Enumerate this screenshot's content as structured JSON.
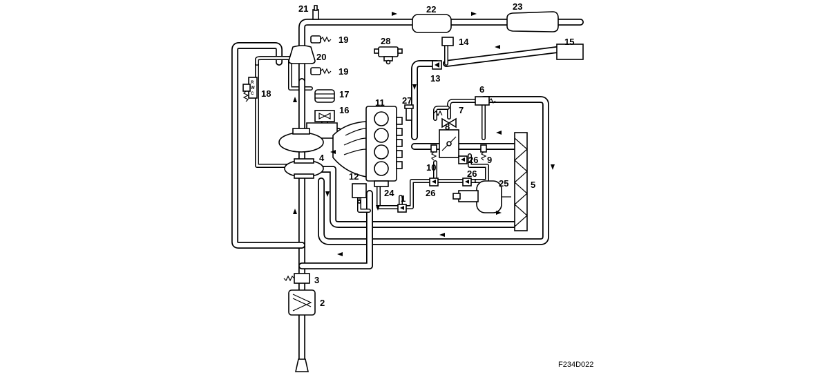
{
  "figure_code": "F234D022",
  "labels": {
    "l1": "1",
    "l2": "2",
    "l3": "3",
    "l4": "4",
    "l5": "5",
    "l6": "6",
    "l7": "7",
    "l8": "8",
    "l9": "9",
    "l10": "10",
    "l11": "11",
    "l12": "12",
    "l13": "13",
    "l14": "14",
    "l15": "15",
    "l16": "16",
    "l17": "17",
    "l18": "18",
    "l19a": "19",
    "l19b": "19",
    "l20": "20",
    "l21": "21",
    "l22": "22",
    "l23": "23",
    "l24": "24",
    "l25": "25",
    "l26a": "26",
    "l26b": "26",
    "l26c": "26",
    "l27": "27",
    "l28": "28"
  },
  "valve_marks": {
    "r": "R",
    "w": "W",
    "c": "C"
  }
}
